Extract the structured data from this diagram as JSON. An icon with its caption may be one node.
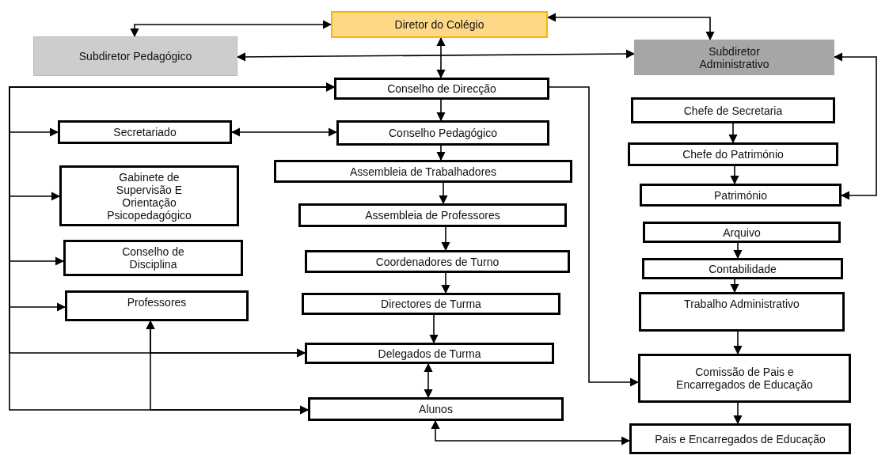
{
  "diagram": {
    "nodes": [
      {
        "text": [
          "Diretor do Colégio"
        ]
      },
      {
        "text": [
          "Subdiretor Pedagógico"
        ]
      },
      {
        "text": [
          "Subdiretor Administrativo"
        ]
      },
      {
        "text": [
          "Conselho de Direcção"
        ]
      },
      {
        "text": [
          "Secretariado"
        ]
      },
      {
        "text": [
          "Conselho Pedagógico"
        ]
      },
      {
        "text": [
          "Gabinete de Supervisão E Orientação Psicopedagógico"
        ]
      },
      {
        "text": [
          "Assembleia de Trabalhadores"
        ]
      },
      {
        "text": [
          "Assembleia de Professores"
        ]
      },
      {
        "text": [
          "Conselho de Disciplina"
        ]
      },
      {
        "text": [
          "Coordenadores de Turno"
        ]
      },
      {
        "text": [
          "Professores"
        ]
      },
      {
        "text": [
          "Directores de Turma"
        ]
      },
      {
        "text": [
          "Delegados de Turma"
        ]
      },
      {
        "text": [
          "Alunos"
        ]
      },
      {
        "text": [
          "Chefe de Secretaria"
        ]
      },
      {
        "text": [
          "Chefe do Património"
        ]
      },
      {
        "text": [
          "Património"
        ]
      },
      {
        "text": [
          "Arquivo"
        ]
      },
      {
        "text": [
          "Contabilidade"
        ]
      },
      {
        "text": [
          "Trabalho Administrativo"
        ]
      },
      {
        "text": [
          "Comissão de Pais e Encarregados de Educação"
        ]
      },
      {
        "text": [
          "Pais e Encarregados de Educação"
        ]
      }
    ],
    "edges": [
      {
        "from": 0,
        "to": 1,
        "arrow": "both"
      },
      {
        "from": 0,
        "to": 2,
        "arrow": "both"
      },
      {
        "from": 1,
        "to": 2,
        "arrow": "both"
      },
      {
        "from": 0,
        "to": 3,
        "arrow": "both"
      },
      {
        "from": 3,
        "to": 5,
        "arrow": "to"
      },
      {
        "from": 4,
        "to": 5,
        "arrow": "both"
      },
      {
        "from": 5,
        "to": 7,
        "arrow": "to"
      },
      {
        "from": 7,
        "to": 8,
        "arrow": "to"
      },
      {
        "from": 8,
        "to": 10,
        "arrow": "to"
      },
      {
        "from": 10,
        "to": 12,
        "arrow": "to"
      },
      {
        "from": 12,
        "to": 13,
        "arrow": "to"
      },
      {
        "from": 13,
        "to": 14,
        "arrow": "both"
      },
      {
        "from": 3,
        "to": 4,
        "arrow": "both"
      },
      {
        "from": 3,
        "to": 6,
        "arrow": "both"
      },
      {
        "from": 3,
        "to": 9,
        "arrow": "both"
      },
      {
        "from": 3,
        "to": 11,
        "arrow": "both"
      },
      {
        "from": 3,
        "to": 13,
        "arrow": "both"
      },
      {
        "from": 3,
        "to": 14,
        "arrow": "both"
      },
      {
        "from": 11,
        "to": 13,
        "arrow": "both"
      },
      {
        "from": 11,
        "to": 14,
        "arrow": "both"
      },
      {
        "from": 3,
        "to": 21,
        "arrow": "to"
      },
      {
        "from": 2,
        "to": 17,
        "arrow": "both"
      },
      {
        "from": 15,
        "to": 16,
        "arrow": "to"
      },
      {
        "from": 16,
        "to": 17,
        "arrow": "to"
      },
      {
        "from": 18,
        "to": 19,
        "arrow": "to"
      },
      {
        "from": 19,
        "to": 20,
        "arrow": "to"
      },
      {
        "from": 20,
        "to": 21,
        "arrow": "to"
      },
      {
        "from": 21,
        "to": 22,
        "arrow": "to"
      },
      {
        "from": 14,
        "to": 22,
        "arrow": "both"
      }
    ]
  }
}
